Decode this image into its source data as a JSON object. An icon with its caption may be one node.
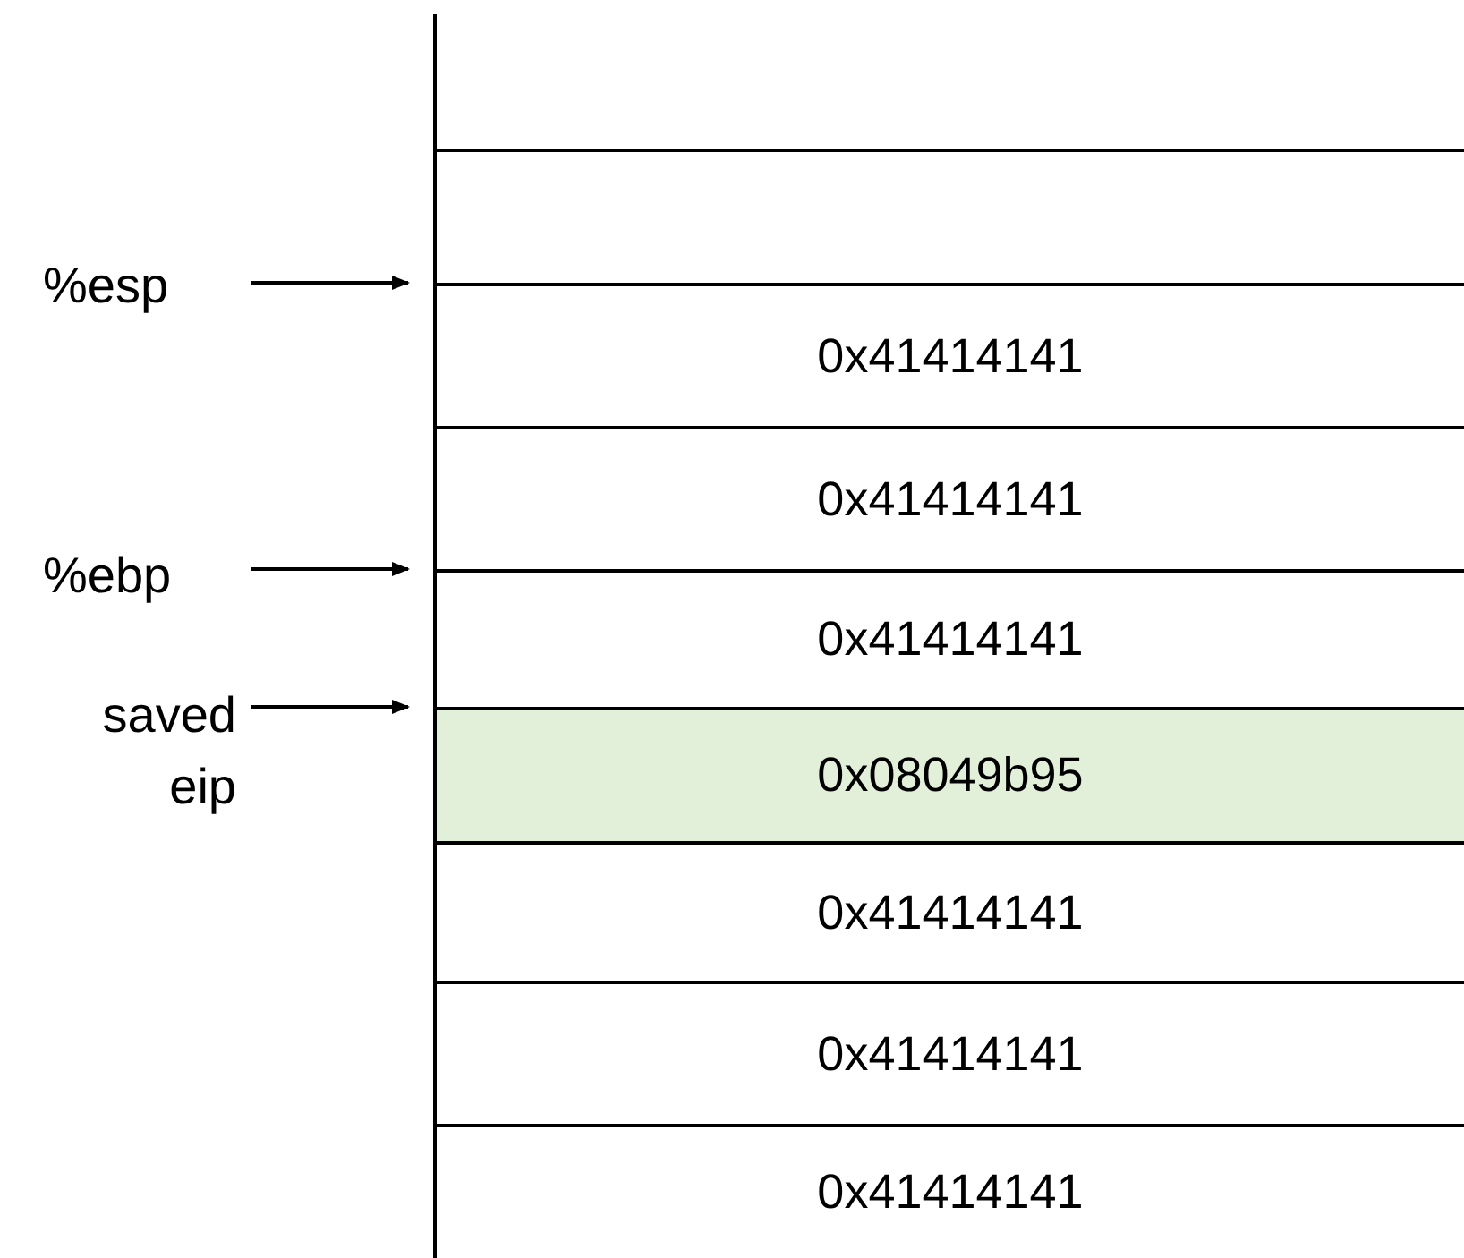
{
  "diagram": {
    "nodes": [
      {
        "text": [
          "%esp"
        ]
      },
      {
        "text": [
          "%ebp"
        ]
      },
      {
        "text": [
          "saved eip"
        ]
      },
      {
        "text": [],
        "shape": "box"
      },
      {
        "text": [],
        "shape": "box"
      },
      {
        "text": [
          "0x41414141"
        ]
      },
      {
        "text": [
          "0x41414141"
        ]
      },
      {
        "text": [
          "0x41414141"
        ]
      },
      {
        "text": [
          "0x08049b95"
        ]
      },
      {
        "text": [
          "0x41414141"
        ]
      },
      {
        "text": [
          "0x41414141"
        ]
      },
      {
        "text": [
          "0x41414141"
        ]
      }
    ],
    "edges": [
      {
        "from": 0,
        "to": 5,
        "arrow": "to"
      },
      {
        "from": 1,
        "to": 7,
        "arrow": "to"
      },
      {
        "from": 2,
        "to": 8,
        "arrow": "to"
      }
    ]
  }
}
